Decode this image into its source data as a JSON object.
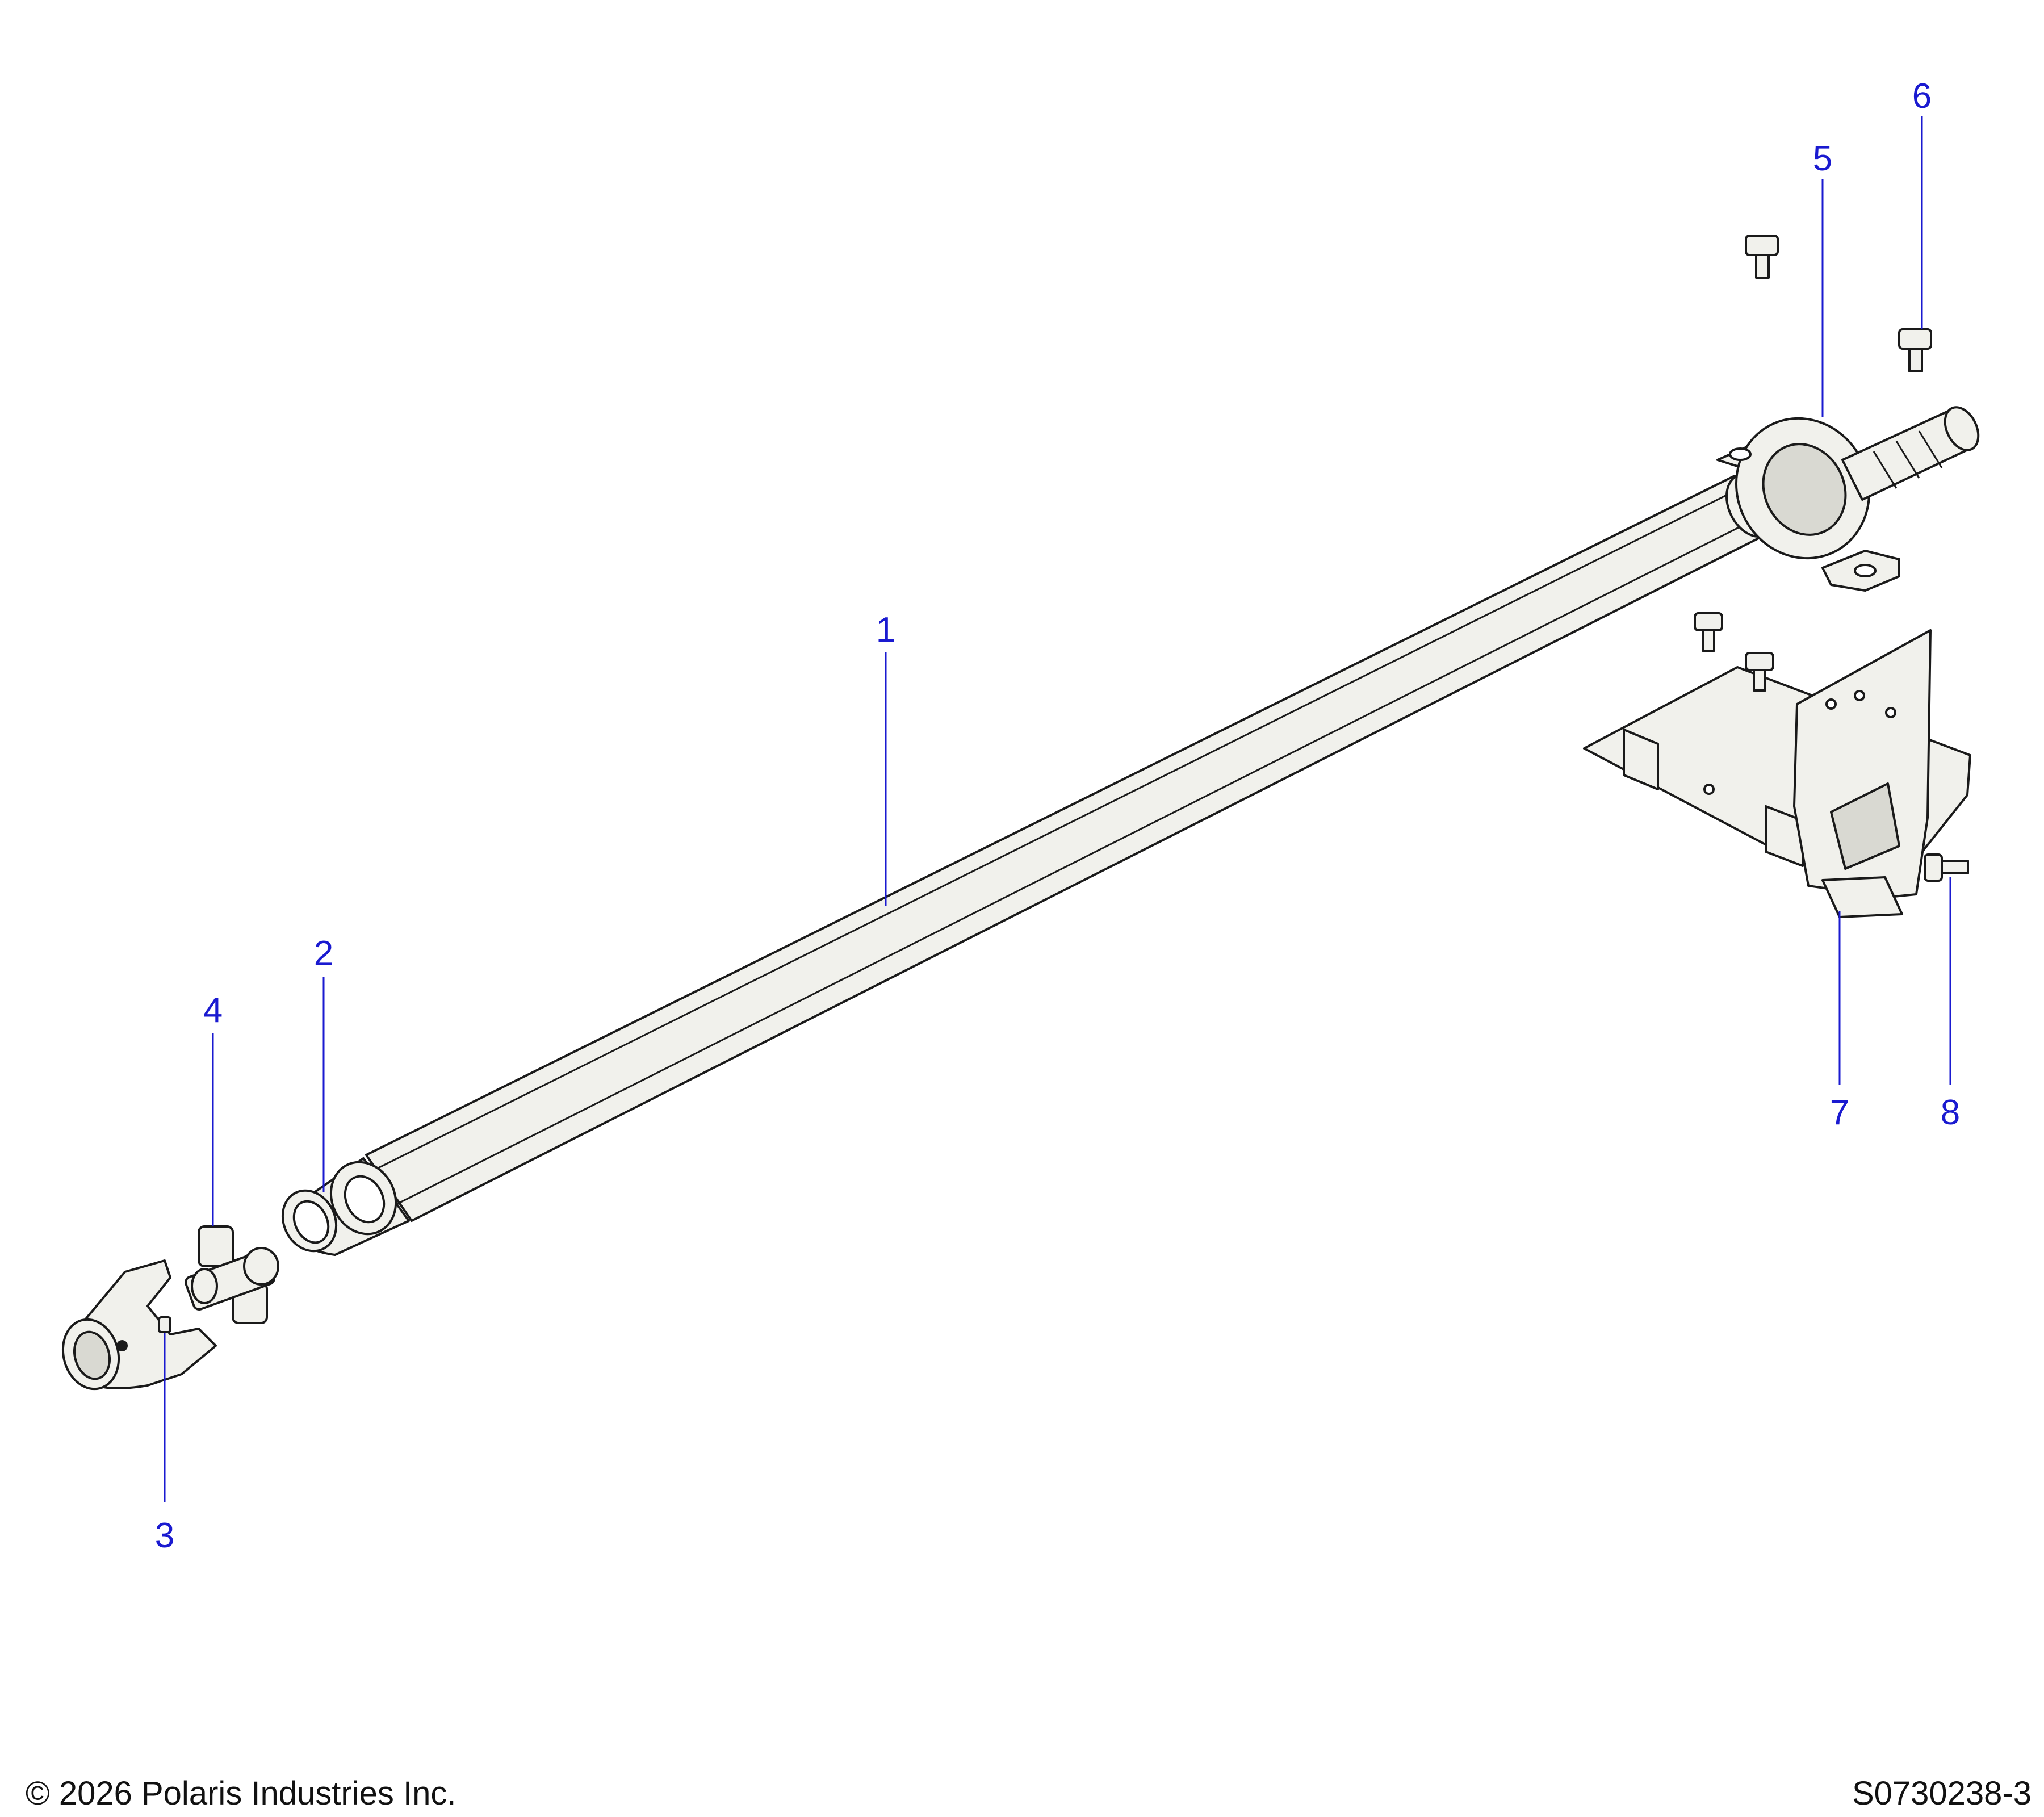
{
  "diagram": {
    "callouts": [
      "1",
      "2",
      "3",
      "4",
      "5",
      "6",
      "7",
      "8"
    ]
  },
  "footer": {
    "copyright": "© 2026 Polaris Industries Inc.",
    "drawing_id": "S0730238-3"
  }
}
